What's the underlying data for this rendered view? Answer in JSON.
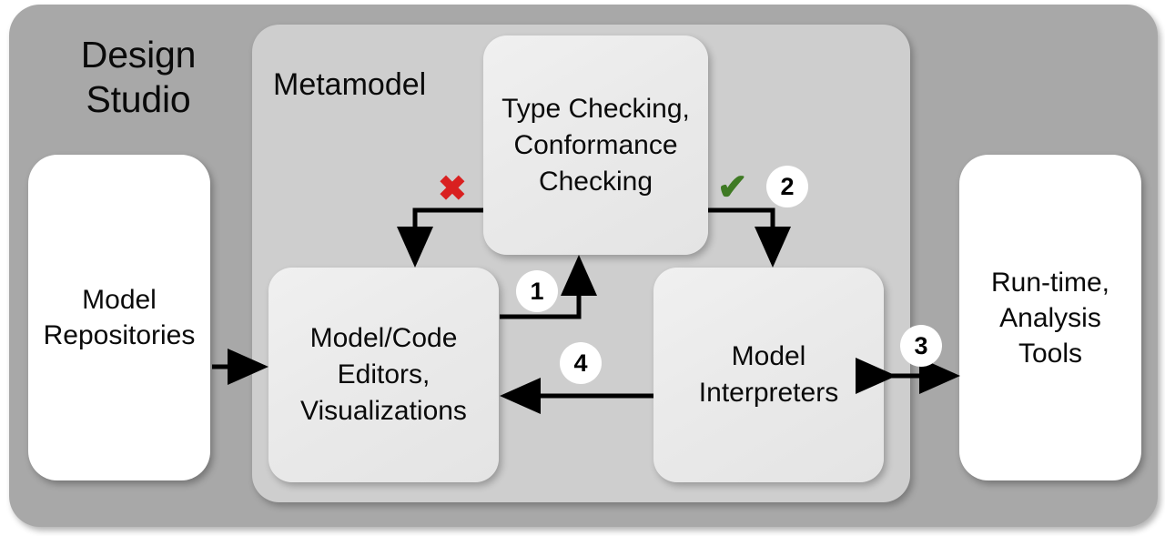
{
  "diagram": {
    "title": "Design Studio Metamodel Workflow",
    "type": "block-flow-diagram"
  },
  "outer": {
    "label": "Design\nStudio"
  },
  "metamodel": {
    "label": "Metamodel"
  },
  "boxes": {
    "model_repositories": "Model\nRepositories",
    "type_checking": "Type Checking,\nConformance\nChecking",
    "editors": "Model/Code\nEditors,\nVisualizations",
    "interpreters": "Model\nInterpreters",
    "runtime_tools": "Run-time,\nAnalysis\nTools"
  },
  "badges": {
    "one": "1",
    "two": "2",
    "three": "3",
    "four": "4"
  },
  "marks": {
    "fail": "✖",
    "pass": "✔"
  },
  "colors": {
    "outer_container": "#a8a8a8",
    "metamodel_container": "#cecece",
    "white_box": "#ffffff",
    "light_box": "#eaeaea",
    "arrow": "#000000",
    "fail_mark": "#d92020",
    "pass_mark": "#3f7a24",
    "badge_background": "#ffffff",
    "text": "#0a0a0a"
  },
  "edges": [
    {
      "name": "repositories-to-editors",
      "from": "Model Repositories",
      "to": "Model/Code Editors, Visualizations",
      "arrowheads": "single",
      "badge": null
    },
    {
      "name": "editors-to-type-checking",
      "from": "Model/Code Editors, Visualizations",
      "to": "Type Checking, Conformance Checking",
      "arrowheads": "single",
      "badge": "1"
    },
    {
      "name": "type-checking-fail-to-editors",
      "from": "Type Checking, Conformance Checking",
      "to": "Model/Code Editors, Visualizations",
      "arrowheads": "single",
      "badge": null,
      "mark": "fail"
    },
    {
      "name": "type-checking-pass-to-interpreters",
      "from": "Type Checking, Conformance Checking",
      "to": "Model Interpreters",
      "arrowheads": "single",
      "badge": "2",
      "mark": "pass"
    },
    {
      "name": "interpreters-to-runtime-tools",
      "from": "Model Interpreters",
      "to": "Run-time, Analysis Tools",
      "arrowheads": "double",
      "badge": "3"
    },
    {
      "name": "interpreters-to-editors",
      "from": "Model Interpreters",
      "to": "Model/Code Editors, Visualizations",
      "arrowheads": "single",
      "badge": "4"
    }
  ]
}
